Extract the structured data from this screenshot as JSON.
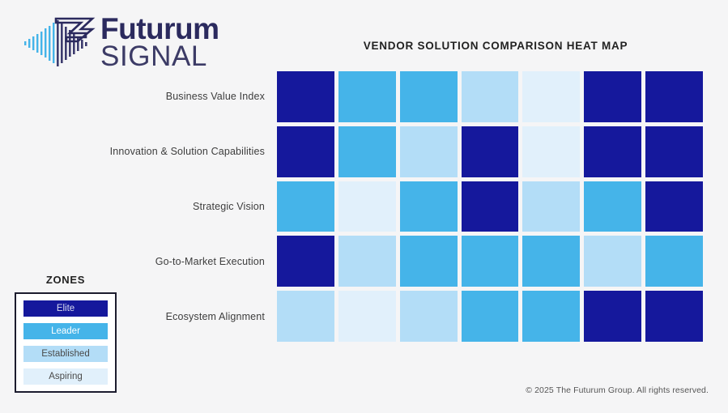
{
  "brand": {
    "logo_icon": "signal-wave-flag-icon",
    "name_primary": "Futurum",
    "name_secondary": "SIGNAL",
    "navy": "#2b2a5e"
  },
  "header": {
    "title": "VENDOR SOLUTION COMPARISON HEAT MAP"
  },
  "legend": {
    "title": "ZONES",
    "items": [
      {
        "label": "Elite",
        "color": "#15189c",
        "text_color": "#d9dcf0"
      },
      {
        "label": "Leader",
        "color": "#45b4e9",
        "text_color": "#ffffff"
      },
      {
        "label": "Established",
        "color": "#b3ddf7",
        "text_color": "#4a4a4a"
      },
      {
        "label": "Aspiring",
        "color": "#e1f0fb",
        "text_color": "#4a4a4a"
      }
    ]
  },
  "footer": {
    "copyright": "© 2025 The Futurum Group. All rights reserved."
  },
  "chart_data": {
    "type": "heatmap",
    "title": "VENDOR SOLUTION COMPARISON HEAT MAP",
    "xlabel": "",
    "ylabel": "",
    "columns": [
      "1",
      "2",
      "3",
      "4",
      "5",
      "6",
      "7"
    ],
    "column_labels_visible": false,
    "categories": [
      "Business Value Index",
      "Innovation & Solution Capabilities",
      "Strategic Vision",
      "Go-to-Market Execution",
      "Ecosystem Alignment"
    ],
    "zone_scale": [
      "Aspiring",
      "Established",
      "Leader",
      "Elite"
    ],
    "zone_colors": {
      "Elite": "#15189c",
      "Leader": "#45b4e9",
      "Established": "#b3ddf7",
      "Aspiring": "#e1f0fb"
    },
    "rows": [
      {
        "category": "Business Value Index",
        "values": [
          "Elite",
          "Leader",
          "Leader",
          "Established",
          "Aspiring",
          "Elite",
          "Elite"
        ]
      },
      {
        "category": "Innovation & Solution Capabilities",
        "values": [
          "Elite",
          "Leader",
          "Established",
          "Elite",
          "Aspiring",
          "Elite",
          "Elite"
        ]
      },
      {
        "category": "Strategic Vision",
        "values": [
          "Leader",
          "Aspiring",
          "Leader",
          "Elite",
          "Established",
          "Leader",
          "Elite"
        ]
      },
      {
        "category": "Go-to-Market Execution",
        "values": [
          "Elite",
          "Established",
          "Leader",
          "Leader",
          "Leader",
          "Established",
          "Leader"
        ]
      },
      {
        "category": "Ecosystem Alignment",
        "values": [
          "Established",
          "Aspiring",
          "Established",
          "Leader",
          "Leader",
          "Elite",
          "Elite"
        ]
      }
    ]
  }
}
